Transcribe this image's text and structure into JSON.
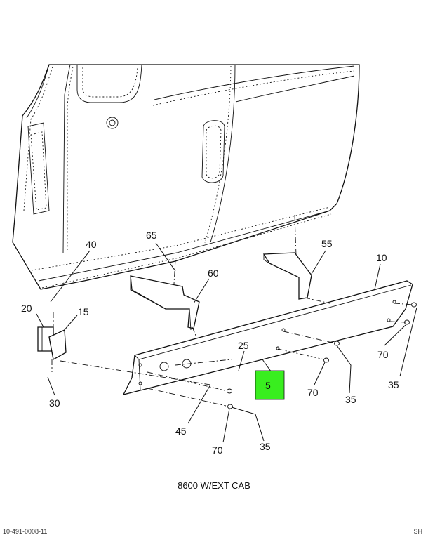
{
  "callouts": [
    {
      "id": "c65",
      "label": "65"
    },
    {
      "id": "c40",
      "label": "40"
    },
    {
      "id": "c55",
      "label": "55"
    },
    {
      "id": "c10",
      "label": "10"
    },
    {
      "id": "c60",
      "label": "60"
    },
    {
      "id": "c20",
      "label": "20"
    },
    {
      "id": "c15",
      "label": "15"
    },
    {
      "id": "c25",
      "label": "25"
    },
    {
      "id": "c5",
      "label": "5"
    },
    {
      "id": "c70a",
      "label": "70"
    },
    {
      "id": "c35a",
      "label": "35"
    },
    {
      "id": "c30",
      "label": "30"
    },
    {
      "id": "c70b",
      "label": "70"
    },
    {
      "id": "c35b",
      "label": "35"
    },
    {
      "id": "c45",
      "label": "45"
    },
    {
      "id": "c70c",
      "label": "70"
    },
    {
      "id": "c35c",
      "label": "35"
    }
  ],
  "caption": "8600 W/EXT CAB",
  "footer_left": "10-491-0008-11",
  "footer_right": "SH",
  "colors": {
    "highlight": "#39ee1f",
    "line": "#111111"
  }
}
